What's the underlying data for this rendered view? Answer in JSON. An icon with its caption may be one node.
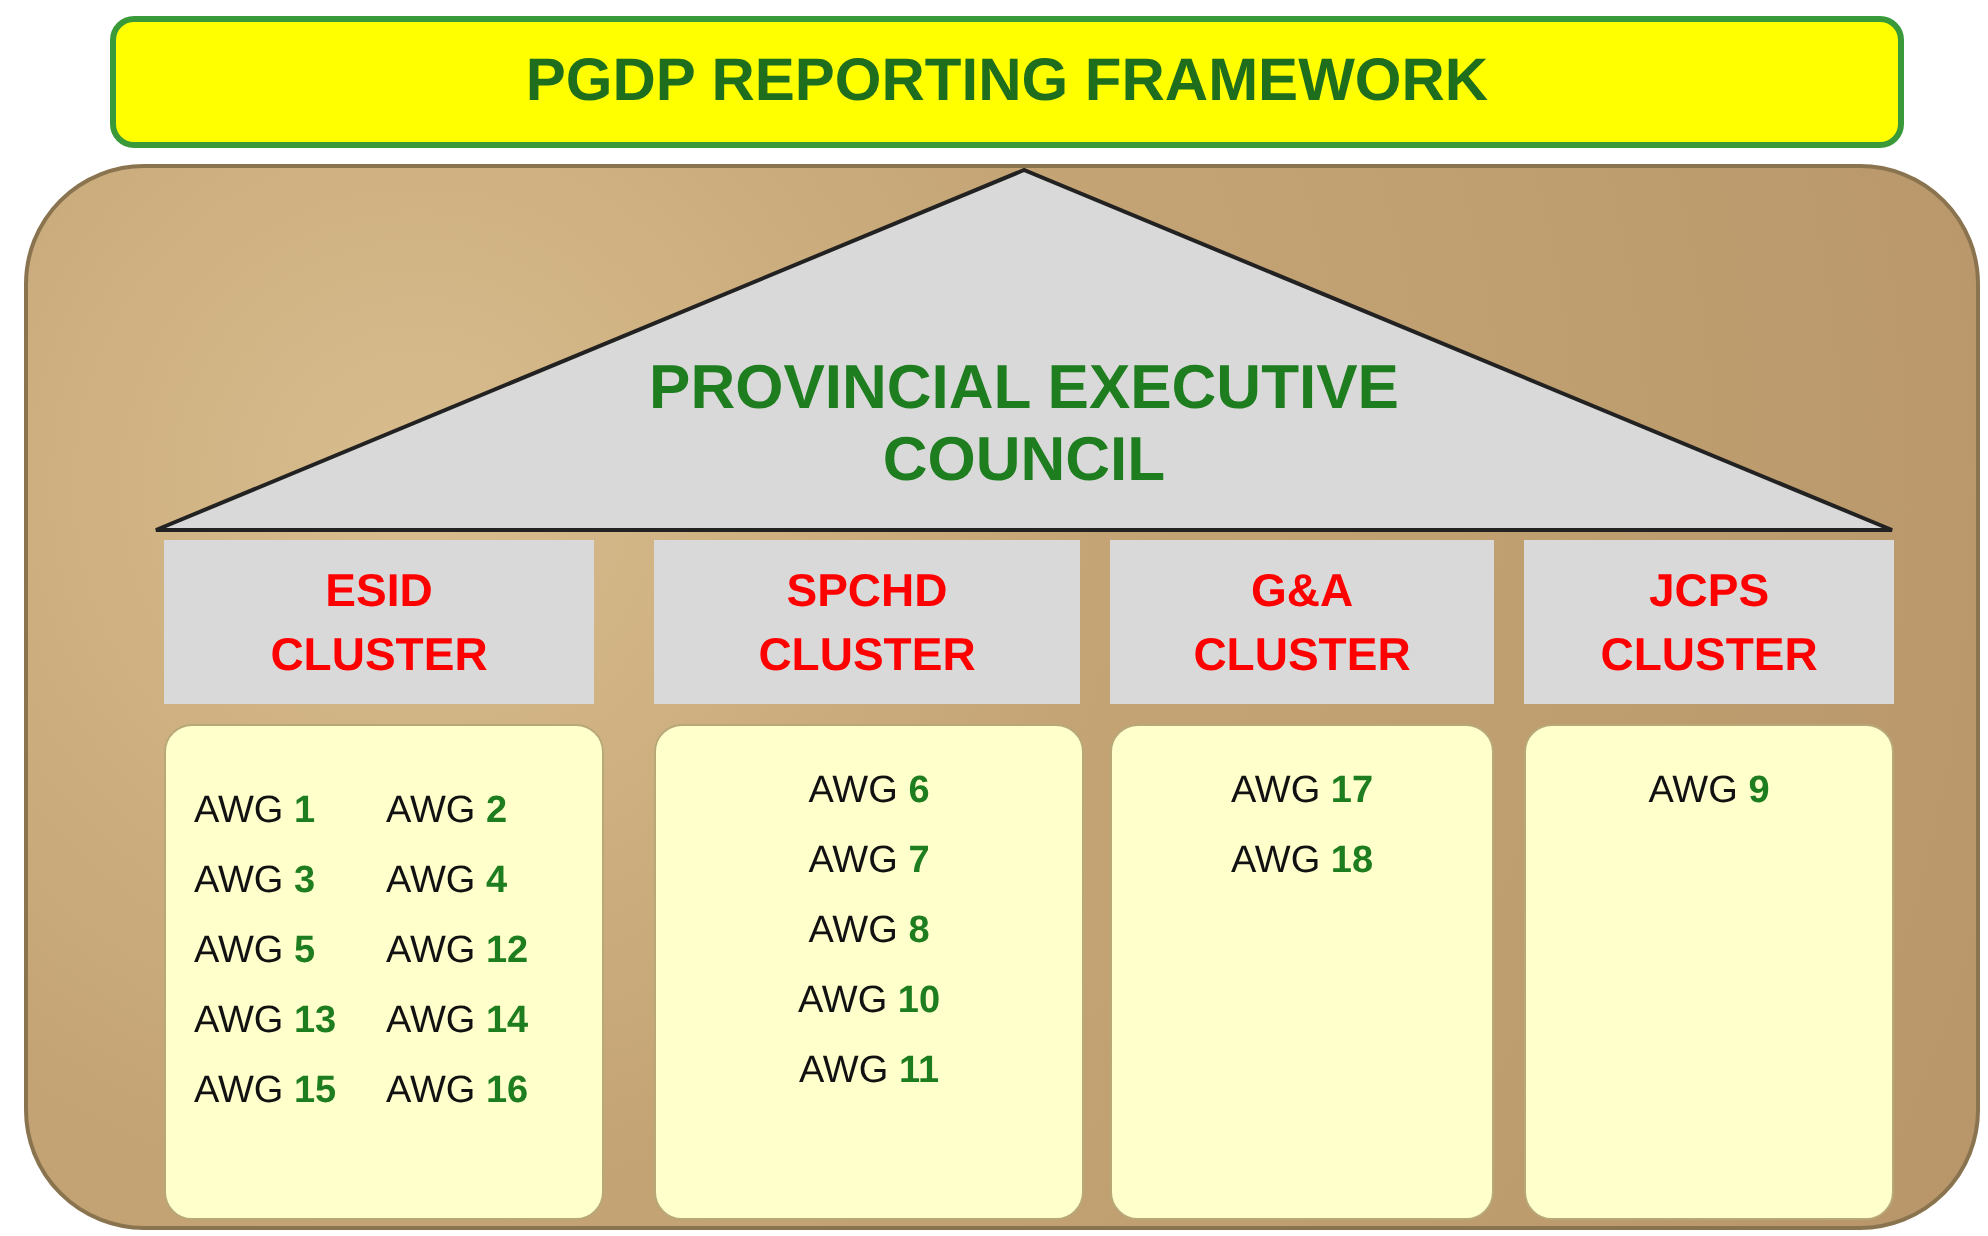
{
  "diagram": {
    "title": "PGDP REPORTING FRAMEWORK",
    "nodes": [
      {
        "text": [],
        "shape": "box"
      },
      {
        "text": [
          "PROVINCIAL EXECUTIVE COUNCIL"
        ],
        "in": 0
      },
      {
        "text": [
          "ESID CLUSTER"
        ],
        "in": 0
      },
      {
        "text": [
          "AWG **1**",
          "AWG **2**",
          "AWG **3**",
          "AWG **4**",
          "AWG **5**",
          "AWG **12**",
          "AWG **13**",
          "AWG **14**",
          "AWG **15**",
          "AWG **16**"
        ],
        "in": 0
      },
      {
        "text": [
          "SPCHD CLUSTER"
        ],
        "in": 0
      },
      {
        "text": [
          "AWG **6**",
          "AWG **7**",
          "AWG **8**",
          "AWG **10**",
          "AWG **11**"
        ],
        "in": 0
      },
      {
        "text": [
          "G&A CLUSTER"
        ],
        "in": 0
      },
      {
        "text": [
          "AWG **17**",
          "AWG **18**"
        ],
        "in": 0
      },
      {
        "text": [
          "JCPS CLUSTER"
        ],
        "in": 0
      },
      {
        "text": [
          "AWG **9**"
        ],
        "in": 0
      }
    ]
  }
}
